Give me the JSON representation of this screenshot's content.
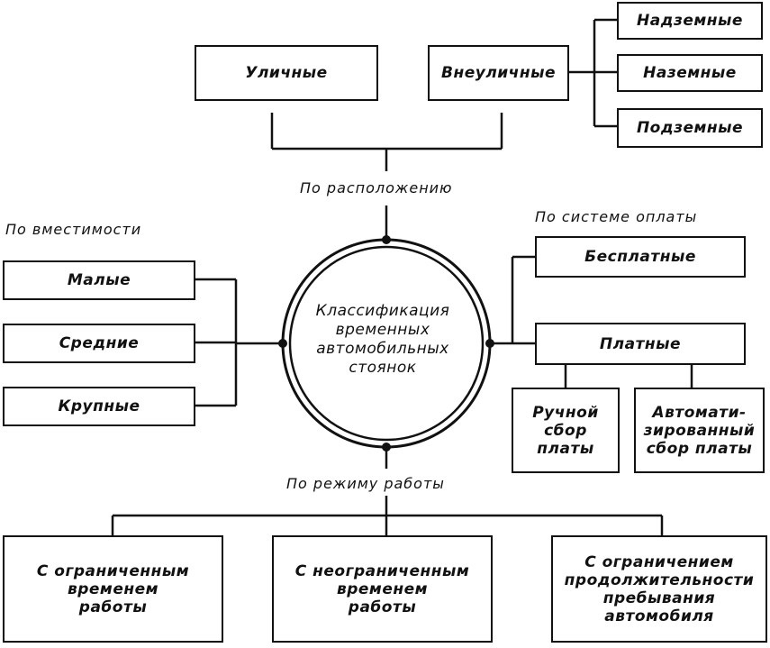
{
  "center": {
    "title": "Классификация\nвременных\nавтомобильных\nстоянок"
  },
  "criteria": {
    "location": "По расположению",
    "capacity": "По вместимости",
    "payment": "По системе оплаты",
    "mode": "По режиму работы"
  },
  "location": {
    "street": "Уличные",
    "offstreet": "Внеуличные",
    "offstreet_types": [
      "Надземные",
      "Наземные",
      "Подземные"
    ]
  },
  "capacity": {
    "items": [
      "Малые",
      "Средние",
      "Крупные"
    ]
  },
  "payment": {
    "free": "Бесплатные",
    "paid": "Платные",
    "paid_types": [
      "Ручной\nсбор\nплаты",
      "Автомати-\nзированный\nсбор платы"
    ]
  },
  "mode": {
    "items": [
      "С ограниченным\nвременем\nработы",
      "С неограниченным\nвременем\nработы",
      "С ограничением\nпродолжительности\nпребывания\nавтомобиля"
    ]
  }
}
